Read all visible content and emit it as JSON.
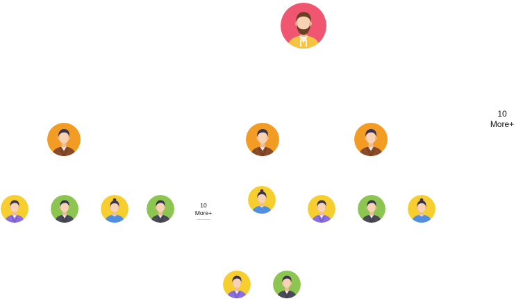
{
  "org_chart": {
    "root": {
      "icon": "bearded-man-avatar-icon",
      "bg": "#f0566f",
      "shirt": "#f6c343"
    },
    "managers": [
      {
        "icon": "man-avatar-icon",
        "bg": "#f39c24",
        "shirt": "#8a4b2a"
      },
      {
        "icon": "man-avatar-icon",
        "bg": "#f39c24",
        "shirt": "#8a4b2a"
      },
      {
        "icon": "man-avatar-icon",
        "bg": "#f39c24",
        "shirt": "#8a4b2a"
      }
    ],
    "more_root": {
      "count": "10",
      "label": "More+"
    },
    "more_team": {
      "count": "10",
      "label": "More+"
    },
    "team_a": [
      {
        "icon": "man-avatar-icon",
        "bg": "#f6cf2f",
        "shirt": "#8b6fe0"
      },
      {
        "icon": "man-avatar-icon",
        "bg": "#8cc650",
        "shirt": "#4a4a58"
      },
      {
        "icon": "woman-avatar-icon",
        "bg": "#f6cf2f",
        "shirt": "#4f8ee0"
      },
      {
        "icon": "man-avatar-icon",
        "bg": "#8cc650",
        "shirt": "#4a4a58"
      }
    ],
    "team_b_lead": {
      "icon": "woman-avatar-icon",
      "bg": "#f6cf2f",
      "shirt": "#4f8ee0"
    },
    "team_c": [
      {
        "icon": "man-avatar-icon",
        "bg": "#f6cf2f",
        "shirt": "#8b6fe0"
      },
      {
        "icon": "man-avatar-icon",
        "bg": "#8cc650",
        "shirt": "#4a4a58"
      },
      {
        "icon": "woman-avatar-icon",
        "bg": "#f6cf2f",
        "shirt": "#4f8ee0"
      }
    ],
    "team_b_members": [
      {
        "icon": "man-avatar-icon",
        "bg": "#f6cf2f",
        "shirt": "#8b6fe0"
      },
      {
        "icon": "man-avatar-icon",
        "bg": "#8cc650",
        "shirt": "#4a4a58"
      }
    ]
  }
}
